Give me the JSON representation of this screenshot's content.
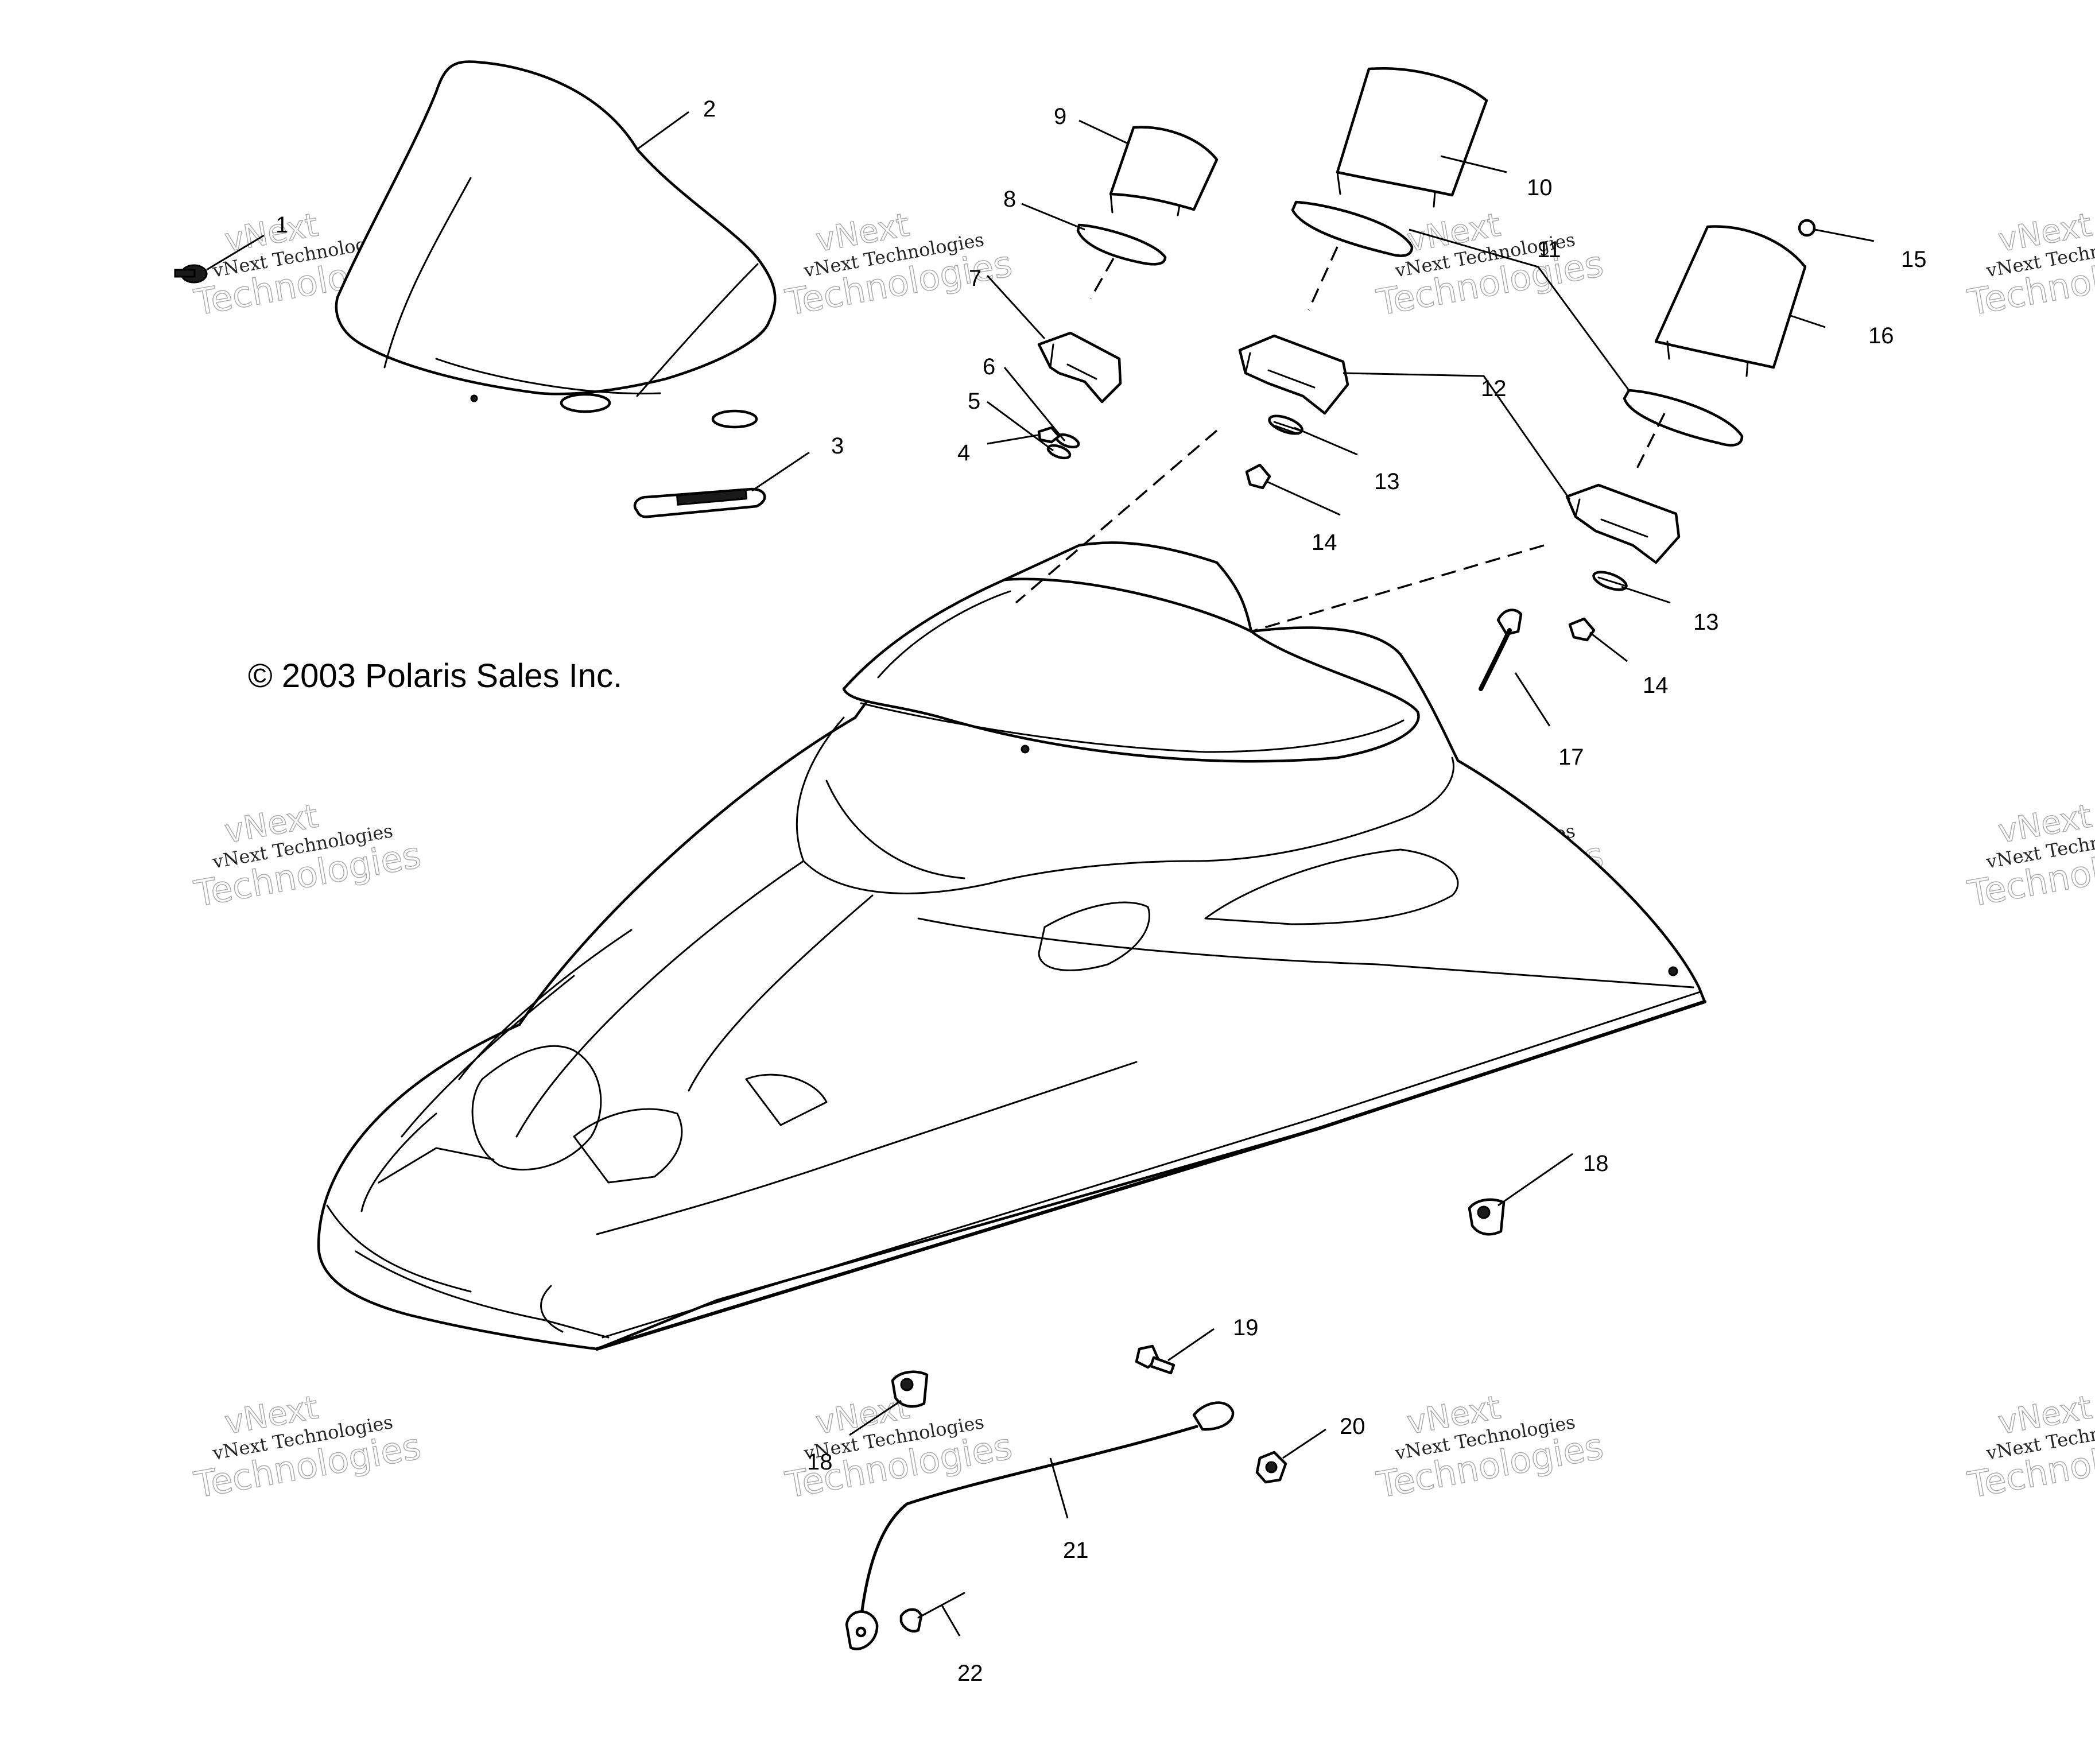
{
  "copyright": "© 2003 Polaris Sales Inc.",
  "watermark": {
    "line1": "vNext Technologies",
    "line2": "vNext",
    "line3": "Technologies"
  },
  "callouts": [
    "1",
    "2",
    "3",
    "4",
    "5",
    "6",
    "7",
    "8",
    "9",
    "10",
    "11",
    "12",
    "13",
    "13",
    "14",
    "14",
    "15",
    "16",
    "17",
    "18",
    "18",
    "19",
    "20",
    "21",
    "22"
  ]
}
